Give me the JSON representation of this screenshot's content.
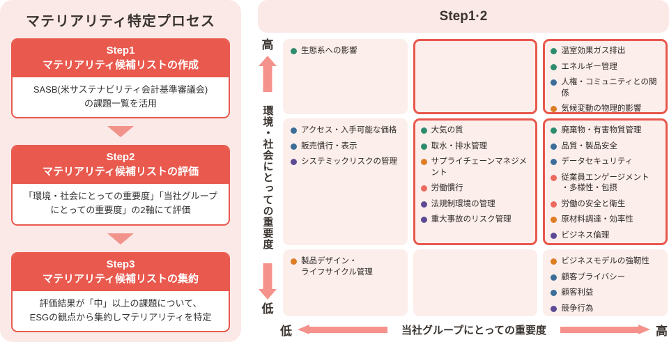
{
  "process_panel": {
    "title": "マテリアリティ特定プロセス",
    "steps": [
      {
        "label": "Step1",
        "heading": "マテリアリティ候補リストの作成",
        "body": "SASB(米サステナビリティ会計基準審議会)\nの課題一覧を活用"
      },
      {
        "label": "Step2",
        "heading": "マテリアリティ候補リストの評価",
        "body": "「環境・社会にとっての重要度」「当社グループ\nにとっての重要度」の2軸にて評価"
      },
      {
        "label": "Step3",
        "heading": "マテリアリティ候補リストの集約",
        "body": "評価結果が「中」以上の課題について、\nESGの観点から集約しマテリアリティを特定"
      }
    ]
  },
  "matrix": {
    "title": "Step1·2",
    "y_axis": {
      "high": "高",
      "low": "低",
      "label": "環境・社会にとっての重要度"
    },
    "x_axis": {
      "low": "低",
      "high": "高",
      "label": "当社グループにとっての重要度"
    },
    "dot_colors": {
      "teal": "#2e8c6e",
      "blue": "#3c6e99",
      "purple": "#5c4b94",
      "orange": "#dd7d25",
      "red": "#ec6a5e"
    },
    "cells": [
      {
        "position": "top-left",
        "highlighted": false,
        "items": [
          {
            "color": "teal",
            "text": "生態系への影響"
          }
        ]
      },
      {
        "position": "top-center",
        "highlighted": true,
        "items": []
      },
      {
        "position": "top-right",
        "highlighted": true,
        "items": [
          {
            "color": "teal",
            "text": "温室効果ガス排出"
          },
          {
            "color": "teal",
            "text": "エネルギー管理"
          },
          {
            "color": "blue",
            "text": "人権・コミュニティとの関係"
          },
          {
            "color": "orange",
            "text": "気候変動の物理的影響"
          }
        ]
      },
      {
        "position": "middle-left",
        "highlighted": false,
        "items": [
          {
            "color": "blue",
            "text": "アクセス・入手可能な価格"
          },
          {
            "color": "blue",
            "text": "販売慣行・表示"
          },
          {
            "color": "purple",
            "text": "システミックリスクの管理"
          }
        ]
      },
      {
        "position": "middle-center",
        "highlighted": true,
        "items": [
          {
            "color": "teal",
            "text": "大気の質"
          },
          {
            "color": "teal",
            "text": "取水・排水管理"
          },
          {
            "color": "orange",
            "text": "サプライチェーンマネジメント"
          },
          {
            "color": "red",
            "text": "労働慣行"
          },
          {
            "color": "purple",
            "text": "法規制環境の管理"
          },
          {
            "color": "purple",
            "text": "重大事故のリスク管理"
          }
        ]
      },
      {
        "position": "middle-right",
        "highlighted": true,
        "items": [
          {
            "color": "teal",
            "text": "廃棄物・有害物質管理"
          },
          {
            "color": "blue",
            "text": "品質・製品安全"
          },
          {
            "color": "blue",
            "text": "データセキュリティ"
          },
          {
            "color": "red",
            "text": "従業員エンゲージメント\n・多様性・包摂"
          },
          {
            "color": "red",
            "text": "労働の安全と衛生"
          },
          {
            "color": "orange",
            "text": "原材料調達・効率性"
          },
          {
            "color": "purple",
            "text": "ビジネス倫理"
          }
        ]
      },
      {
        "position": "bottom-left",
        "highlighted": false,
        "items": [
          {
            "color": "orange",
            "text": "製品デザイン・\nライフサイクル管理"
          }
        ]
      },
      {
        "position": "bottom-center",
        "highlighted": false,
        "items": []
      },
      {
        "position": "bottom-right",
        "highlighted": false,
        "items": [
          {
            "color": "orange",
            "text": "ビジネスモデルの強靭性"
          },
          {
            "color": "blue",
            "text": "顧客プライバシー"
          },
          {
            "color": "blue",
            "text": "顧客利益"
          },
          {
            "color": "purple",
            "text": "競争行為"
          }
        ]
      }
    ]
  },
  "colors": {
    "panel_background": "#fbe9e7",
    "cell_background": "#fceeeb",
    "step_header_red": "#e9594e",
    "highlight_border_red": "#e8574c",
    "axis_arrow_salmon": "#f4928b",
    "flow_arrow_salmon": "#f2938b",
    "text_dark": "#3a3430"
  }
}
